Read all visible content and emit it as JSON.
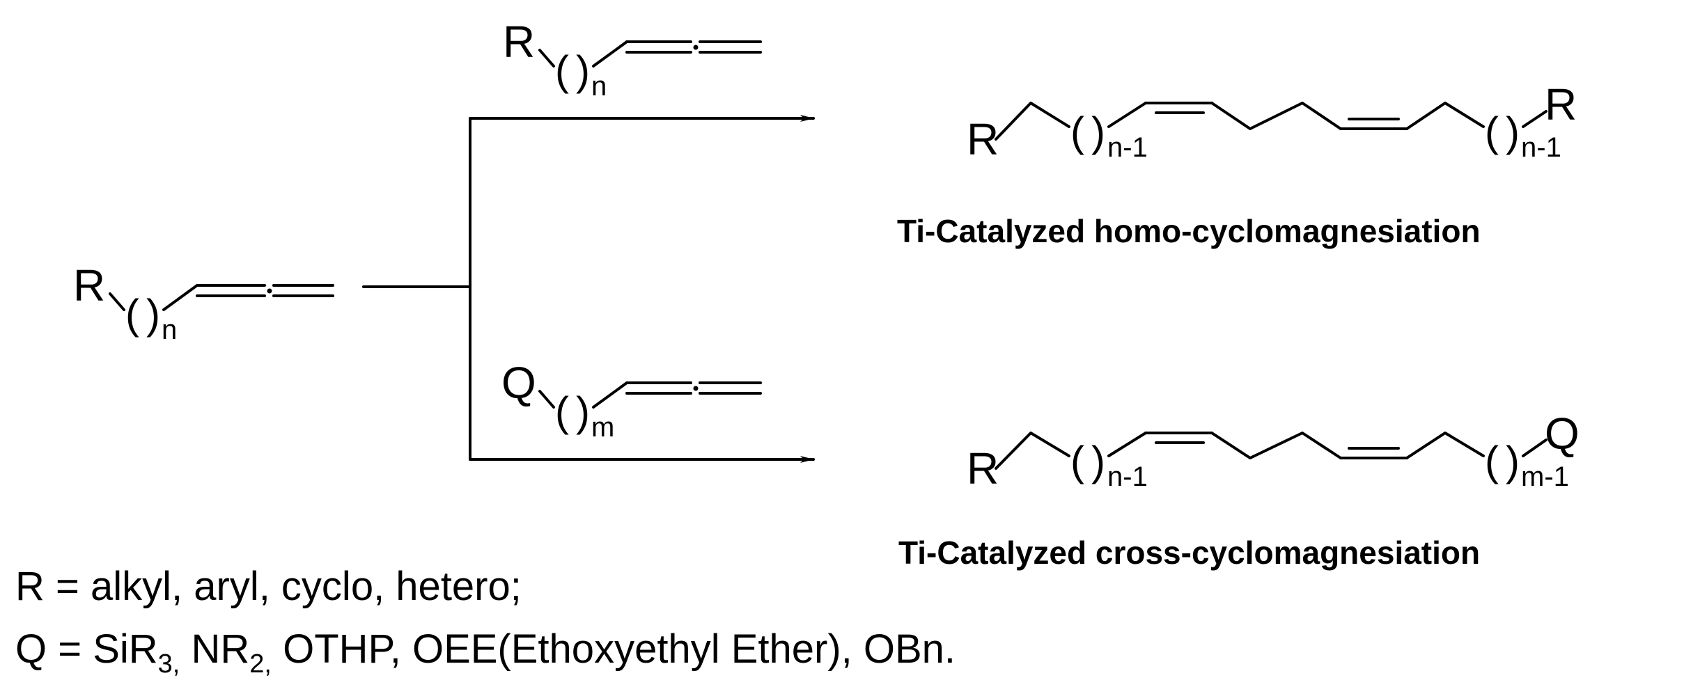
{
  "reactant_main": {
    "group": "R",
    "index": "n"
  },
  "reagent_top": {
    "group": "R",
    "index": "n"
  },
  "reagent_bottom": {
    "group": "Q",
    "index": "m"
  },
  "product_top": {
    "left_group": "R",
    "left_index": "n-1",
    "right_group": "R",
    "right_index": "n-1"
  },
  "product_bottom": {
    "left_group": "R",
    "left_index": "n-1",
    "right_group": "Q",
    "right_index": "m-1"
  },
  "captions": {
    "homo": "Ti-Catalyzed homo-cyclomagnesiation",
    "cross": "Ti-Catalyzed cross-cyclomagnesiation"
  },
  "legend": {
    "r_line": "R = alkyl, aryl, cyclo, hetero;",
    "q_prefix": "Q = SiR",
    "q_sub1": "3,",
    "q_mid": " NR",
    "q_sub2": "2,",
    "q_suffix": " OTHP, OEE(Ethoxyethyl Ether), OBn."
  }
}
